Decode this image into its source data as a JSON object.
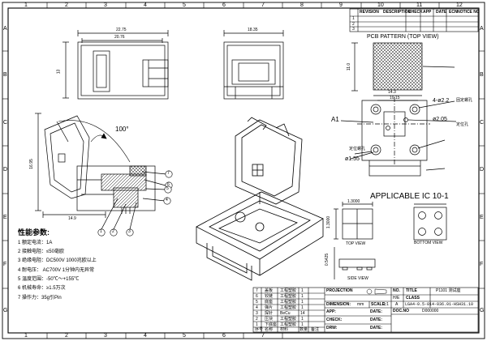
{
  "frame": {
    "col_markers": [
      "1",
      "2",
      "3",
      "4",
      "5",
      "6",
      "7",
      "8",
      "9",
      "10",
      "11",
      "12"
    ],
    "row_markers": [
      "A",
      "B",
      "C",
      "D",
      "E",
      "F",
      "G"
    ]
  },
  "revision_table": {
    "headers": [
      "REVISION",
      "DESCRIPTION",
      "CHECK",
      "APP",
      "DATE",
      "ECN",
      "NOTICE NO"
    ],
    "rows": [
      "1",
      "2",
      "3"
    ]
  },
  "dims": {
    "front_width": "22.75",
    "front_inner": "20.76",
    "front_height": "13",
    "side_width": "18.35",
    "left_height": "16.95",
    "left_bottom": "14.9",
    "pcb_top": "14.3",
    "pcb_inner": "10.15",
    "pcb_side": "11.0",
    "hole_4": "4-ø2.2",
    "hole_2": "ø2.05",
    "hole_155": "ø1.55",
    "ic_top": "1.3000",
    "ic_height": "1.3000",
    "ic_side": "0.5425",
    "angle": "100°"
  },
  "views": {
    "pcb_title": "PCB PATTERN (TOP VIEW)",
    "applicable": "APPLICABLE IC 10-1",
    "top_view": "TOP VIEW",
    "bottom_view": "BOTTOM VIEW",
    "side_view": "SIDE VIEW",
    "a1": "A1"
  },
  "pcb_labels": {
    "mounting_hole": "定位螺孔",
    "fix_hole": "固定螺孔",
    "locating_hole": "定位孔"
  },
  "balloons": [
    "1",
    "2",
    "3",
    "4",
    "5",
    "6",
    "7"
  ],
  "specs": {
    "title": "性能参数:",
    "items": [
      "1  额定电流：1A",
      "2  接触电阻：≤50毫欧",
      "3  绝缘电阻：DC500V 1000兆欧以上",
      "4  耐电压： AC700V 1分钟内无异常",
      "5  温度范围：-50℃～+155℃",
      "6  机械寿命：≥1.5万次",
      "7  操作力：35g引Pin"
    ]
  },
  "title_block": {
    "projection": "PROJECTION",
    "scale_label": "SCALE:",
    "scale_value": "1:1",
    "dimension_label": "DIMENSION:",
    "dimension_unit": "mm",
    "app_label": "APP:",
    "check_label": "CHECK:",
    "drw_label": "DRW:",
    "date_label": "DATE:",
    "title_label": "TITLE",
    "title_value": "P1101 测试座",
    "class_label": "CLASS",
    "class_value": "A",
    "part_no": "LGA4-0.5-014-036.01-HSH31.10",
    "doc_label": "DOC.NO",
    "doc_value": "D000000",
    "id_label": "NO.",
    "rev_code": "H/E"
  },
  "bom_cols": [
    "序号",
    "名称",
    "材料",
    "数量",
    "备注"
  ],
  "bom_rows": [
    [
      "7",
      "盖板",
      "工程塑胶",
      "1",
      ""
    ],
    [
      "6",
      "铰链",
      "工程塑胶",
      "1",
      ""
    ],
    [
      "5",
      "底座",
      "工程塑胶",
      "1",
      ""
    ],
    [
      "4",
      "弹片",
      "工程塑胶",
      "1",
      ""
    ],
    [
      "3",
      "探针",
      "BeCu",
      "14",
      ""
    ],
    [
      "2",
      "压块",
      "工程塑胶",
      "1",
      ""
    ],
    [
      "1",
      "下底座",
      "工程塑胶",
      "1",
      ""
    ]
  ]
}
